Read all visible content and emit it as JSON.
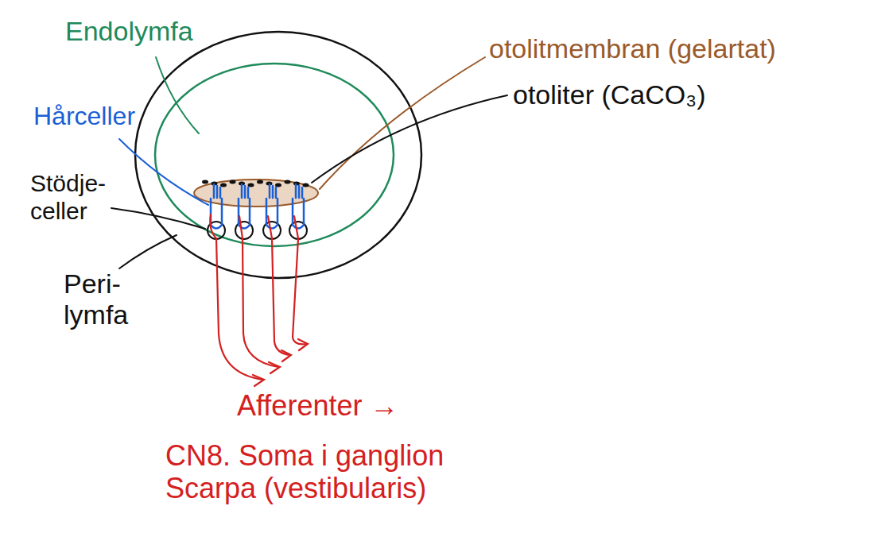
{
  "diagram": {
    "labels": [
      "Endolymfa",
      "Hårceller",
      "Stödje- celler",
      "Peri- lymfa",
      "otolitmembran (gelartat)",
      "otoliter (CaCO₃)",
      "Afferenter →",
      "CN8. Soma i ganglion Scarpa (vestibularis)"
    ]
  }
}
